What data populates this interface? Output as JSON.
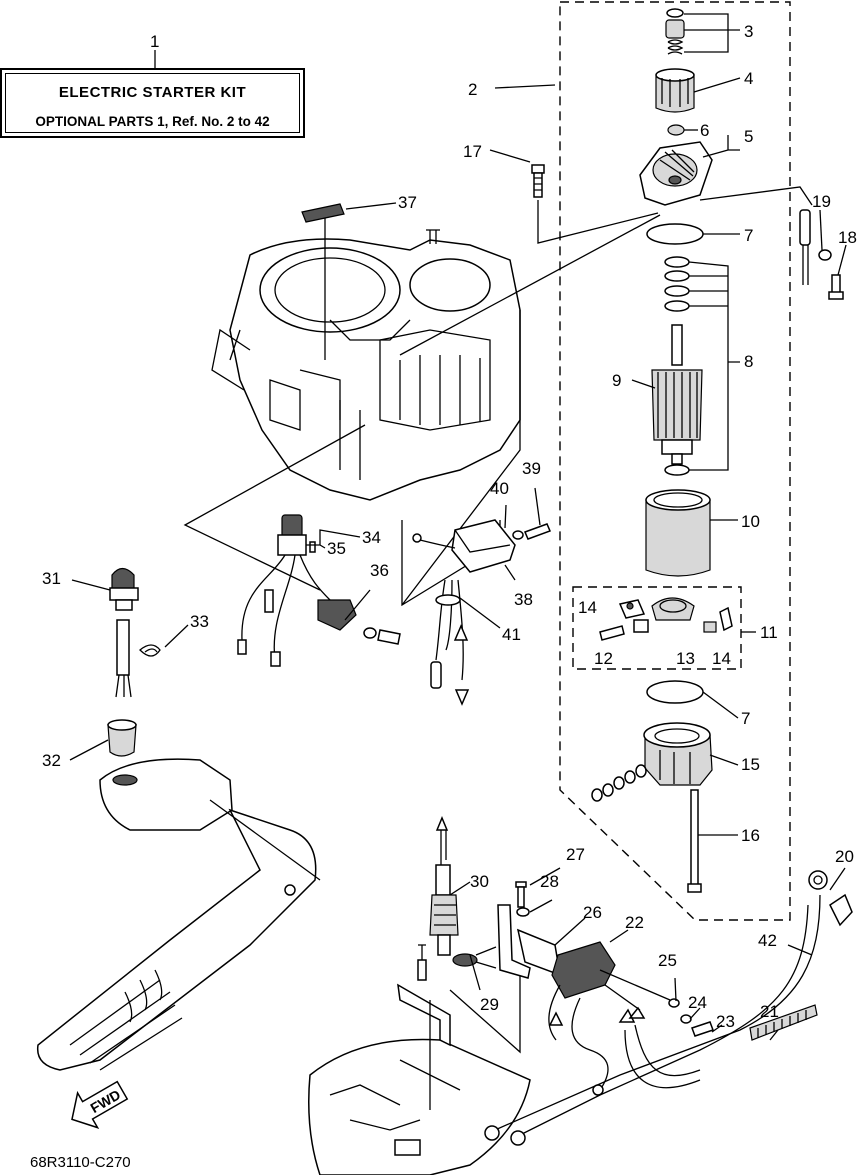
{
  "kit": {
    "title": "ELECTRIC STARTER KIT",
    "subtitle": "OPTIONAL PARTS 1,  Ref. No. 2 to 42"
  },
  "fwd_label": "FWD",
  "drawing_ref": "68R3110-C270",
  "callouts": {
    "n1": "1",
    "n2": "2",
    "n3": "3",
    "n4": "4",
    "n5": "5",
    "n6": "6",
    "n7a": "7",
    "n7b": "7",
    "n8": "8",
    "n9": "9",
    "n10": "10",
    "n11": "11",
    "n12": "12",
    "n13": "13",
    "n14a": "14",
    "n14b": "14",
    "n15": "15",
    "n16": "16",
    "n17": "17",
    "n18": "18",
    "n19": "19",
    "n20": "20",
    "n21": "21",
    "n22": "22",
    "n23": "23",
    "n24": "24",
    "n25": "25",
    "n26": "26",
    "n27": "27",
    "n28": "28",
    "n29": "29",
    "n30": "30",
    "n31": "31",
    "n32": "32",
    "n33": "33",
    "n34": "34",
    "n35": "35",
    "n36": "36",
    "n37": "37",
    "n38": "38",
    "n39": "39",
    "n40": "40",
    "n41": "41",
    "n42": "42"
  }
}
